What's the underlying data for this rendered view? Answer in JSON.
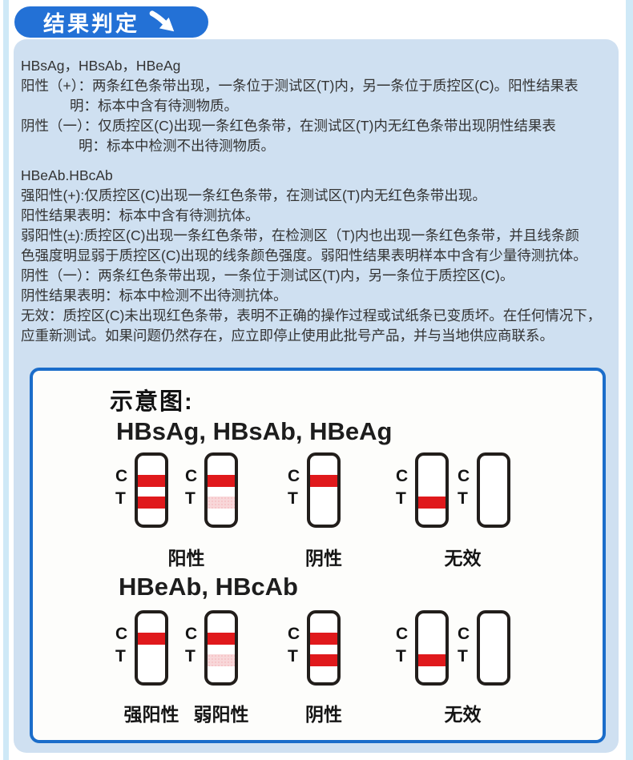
{
  "header": {
    "title": "结果判定"
  },
  "colors": {
    "header_bg": "#2371d6",
    "panel_bg": "#cfe0f1",
    "box_border": "#1b6dca",
    "band_strong": "#e0191c",
    "band_weak_base": "#f8d7d9",
    "band_weak_dot": "#ee9298",
    "edge_stripe": "#cfe9f7",
    "text": "#333333"
  },
  "result_text": {
    "sections": [
      {
        "heading": "HBsAg，HBsAb，HBeAg",
        "lines": [
          {
            "text": "阳性（+）：两条红色条带出现，一条位于测试区(T)内，另一条位于质控区(C)。阳性结果表",
            "indent": 0
          },
          {
            "text": "明：标本中含有待测物质。",
            "indent": 61
          },
          {
            "text": "阴性（一）：仅质控区(C)出现一条红色条带，在测试区(T)内无红色条带出现阴性结果表",
            "indent": 0
          },
          {
            "text": "明：标本中检测不出待测物质。",
            "indent": 72
          }
        ]
      },
      {
        "heading": "HBeAb.HBcAb",
        "lines": [
          {
            "text": "强阳性(+):仅质控区(C)出现一条红色条带，在测试区(T)内无红色条带出现。",
            "indent": 0
          },
          {
            "text": "阳性结果表明：标本中含有待测抗体。",
            "indent": 0
          },
          {
            "text": "弱阳性(±):质控区(C)出现一条红色条带，在检测区（T)内也出现一条红色条带，并且线条颜",
            "indent": 0
          },
          {
            "text": "色强度明显弱于质控区(C)出现的线条颜色强度。弱阳性结果表明样本中含有少量待测抗体。",
            "indent": 0
          },
          {
            "text": "阴性（一）：两条红色条带出现，一条位于测试区(T)内，另一条位于质控区(C)。",
            "indent": 0
          },
          {
            "text": "阴性结果表明：标本中检测不出待测抗体。",
            "indent": 0
          },
          {
            "text": "无效：质控区(C)未出现红色条带，表明不正确的操作过程或试纸条已变质坏。在任何情况下，",
            "indent": 0
          },
          {
            "text": "应重新测试。如果问题仍然存在，应立即停止使用此批号产品，并与当地供应商联系。",
            "indent": 0
          }
        ]
      }
    ]
  },
  "diagram": {
    "title": "示意图:",
    "ct_labels": [
      "C",
      "T"
    ],
    "groups": [
      {
        "heading": "HBsAg, HBsAb, HBeAg",
        "strips": [
          {
            "name": "positive-both-bands",
            "c": "strong",
            "t": "strong"
          },
          {
            "name": "positive-weak-test-band",
            "c": "strong",
            "t": "weak"
          },
          {
            "name": "negative-control-only",
            "c": "strong",
            "t": "none"
          },
          {
            "name": "invalid-test-only",
            "c": "none",
            "t": "strong"
          },
          {
            "name": "invalid-blank",
            "c": "none",
            "t": "none"
          }
        ],
        "captions": [
          {
            "text": "阳性",
            "from": 0,
            "to": 1
          },
          {
            "text": "阴性",
            "from": 2,
            "to": 2
          },
          {
            "text": "无效",
            "from": 3,
            "to": 4
          }
        ]
      },
      {
        "heading": "HBeAb, HBcAb",
        "strips": [
          {
            "name": "strong-positive-control-only",
            "c": "strong",
            "t": "none"
          },
          {
            "name": "weak-positive-weak-test-band",
            "c": "strong",
            "t": "weak"
          },
          {
            "name": "negative-both-bands",
            "c": "strong",
            "t": "strong"
          },
          {
            "name": "invalid-test-only",
            "c": "none",
            "t": "strong"
          },
          {
            "name": "invalid-blank",
            "c": "none",
            "t": "none"
          }
        ],
        "captions": [
          {
            "text": "强阳性",
            "from": 0,
            "to": 0
          },
          {
            "text": "弱阳性",
            "from": 1,
            "to": 1
          },
          {
            "text": "阴性",
            "from": 2,
            "to": 2
          },
          {
            "text": "无效",
            "from": 3,
            "to": 4
          }
        ]
      }
    ]
  }
}
